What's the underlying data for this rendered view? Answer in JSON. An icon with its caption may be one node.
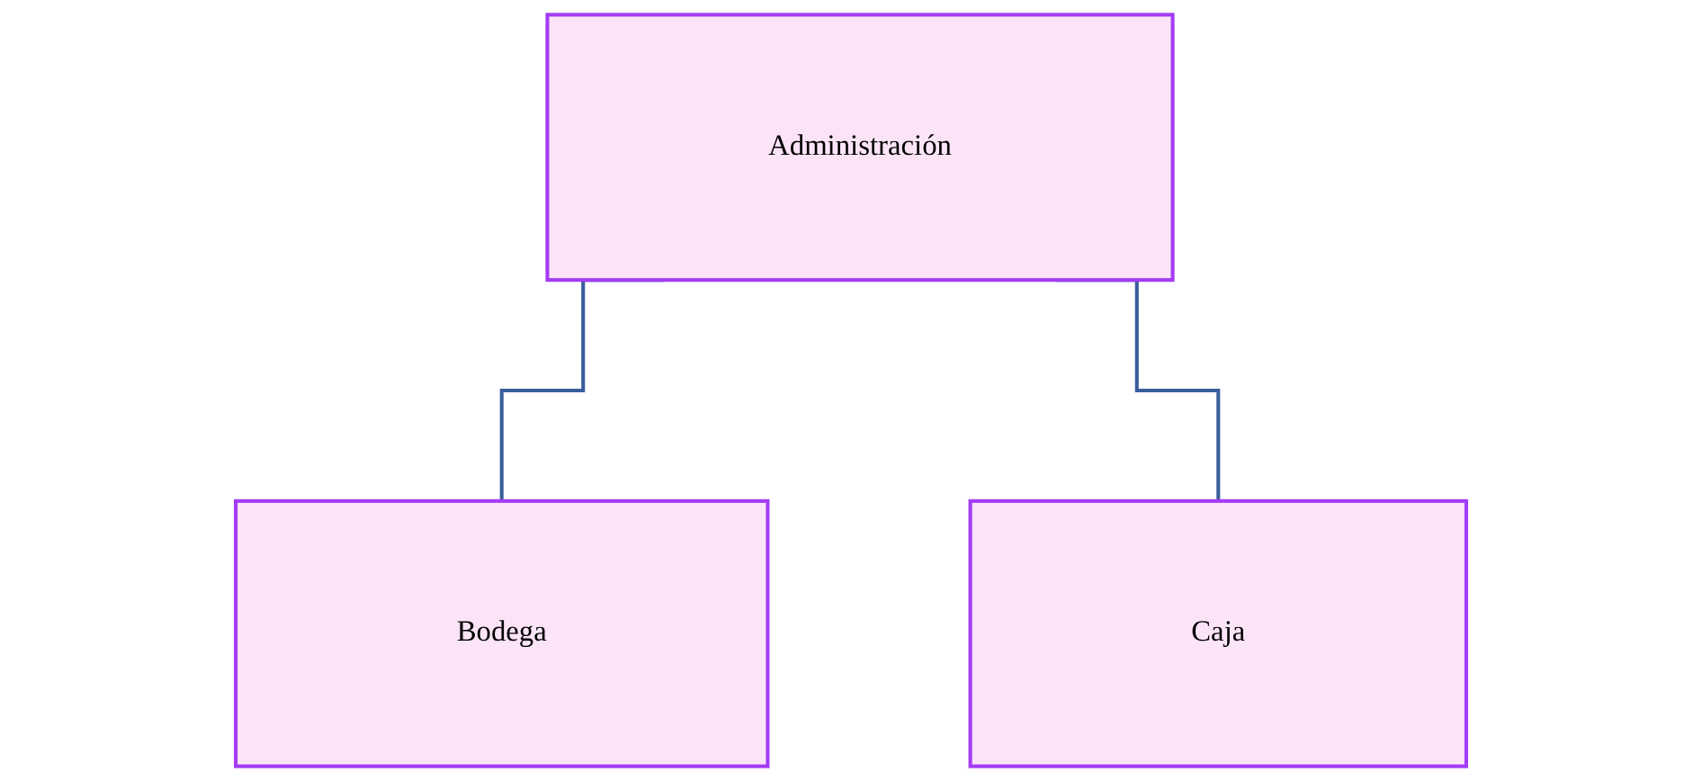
{
  "diagram": {
    "nodes": [
      {
        "text": [
          "Administración"
        ]
      },
      {
        "text": [
          "Bodega"
        ]
      },
      {
        "text": [
          "Caja"
        ]
      }
    ],
    "edges": [
      {
        "from": 0,
        "to": 1,
        "arrow": "none"
      },
      {
        "from": 0,
        "to": 2,
        "arrow": "none"
      }
    ]
  }
}
